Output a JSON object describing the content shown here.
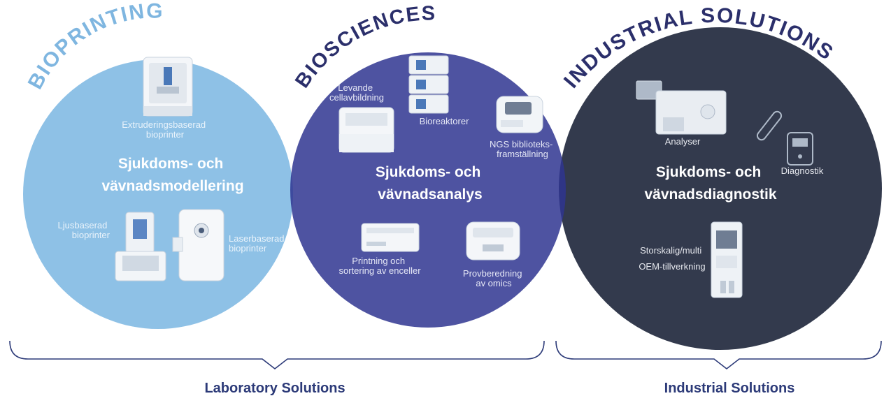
{
  "colors": {
    "bioprinting": "#8ec1e6",
    "biosciences": "#2f3590",
    "industrial": "#333a4d",
    "bioprinting_title": "#7fb6e0",
    "dark_title": "#2b2f6b",
    "bracket": "#2c3a78"
  },
  "bioprinting": {
    "title": "BIOPRINTING",
    "main_line1": "Sjukdoms- och",
    "main_line2": "vävnadsmodellering",
    "extrusion_line1": "Extruderingsbaserad",
    "extrusion_line2": "bioprinter",
    "light_line1": "Ljusbaserad",
    "light_line2": "bioprinter",
    "laser_line1": "Laserbaserad",
    "laser_line2": "bioprinter"
  },
  "biosciences": {
    "title": "BIOSCIENCES",
    "main_line1": "Sjukdoms- och",
    "main_line2": "vävnadsanalys",
    "live_line1": "Levande",
    "live_line2": "cellavbildning",
    "bioreactors": "Bioreaktorer",
    "ngs_line1": "NGS biblioteks-",
    "ngs_line2": "framställning",
    "printing_line1": "Printning och",
    "printing_line2": "sortering av enceller",
    "omics_line1": "Provberedning",
    "omics_line2": "av omics"
  },
  "industrial": {
    "title": "INDUSTRIAL SOLUTIONS",
    "main_line1": "Sjukdoms- och",
    "main_line2": "vävnadsdiagnostik",
    "analyser": "Analyser",
    "diagnostics": "Diagnostik",
    "oem_line1": "Storskalig/multi",
    "oem_line2": "OEM-tillverkning"
  },
  "groups": {
    "laboratory": "Laboratory Solutions",
    "industrial": "Industrial Solutions"
  }
}
